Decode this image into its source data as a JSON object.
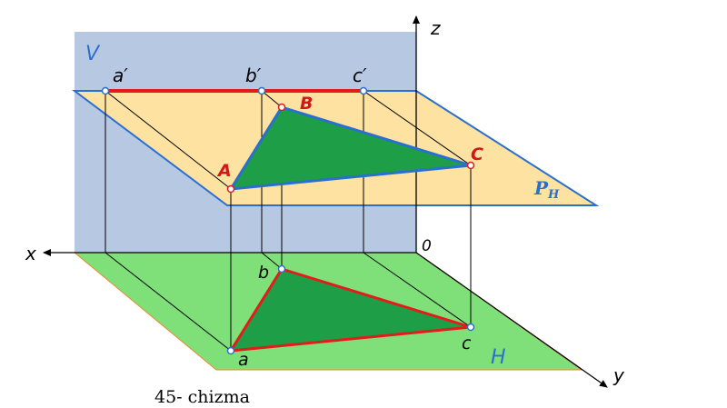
{
  "caption": "45- chizma",
  "labels": {
    "plane_v": "V",
    "plane_h": "H",
    "plane_ph": "P",
    "plane_ph_sub": "H",
    "axis_x": "x",
    "axis_y": "y",
    "axis_z": "z",
    "origin": "0",
    "a_prime": "a′",
    "b_prime": "b′",
    "c_prime": "c′",
    "A": "A",
    "B": "B",
    "C": "C",
    "a": "a",
    "b": "b",
    "c": "c"
  },
  "colors": {
    "v_plane": "#b7c8e3",
    "h_plane": "#7fe07a",
    "ph_plane": "#fde2a2",
    "triangle_fill": "#1e9e46",
    "edge_blue": "#2a6fd0",
    "edge_red": "#e31b1b",
    "label_blue": "#2a6fd0",
    "label_red": "#d01818"
  }
}
